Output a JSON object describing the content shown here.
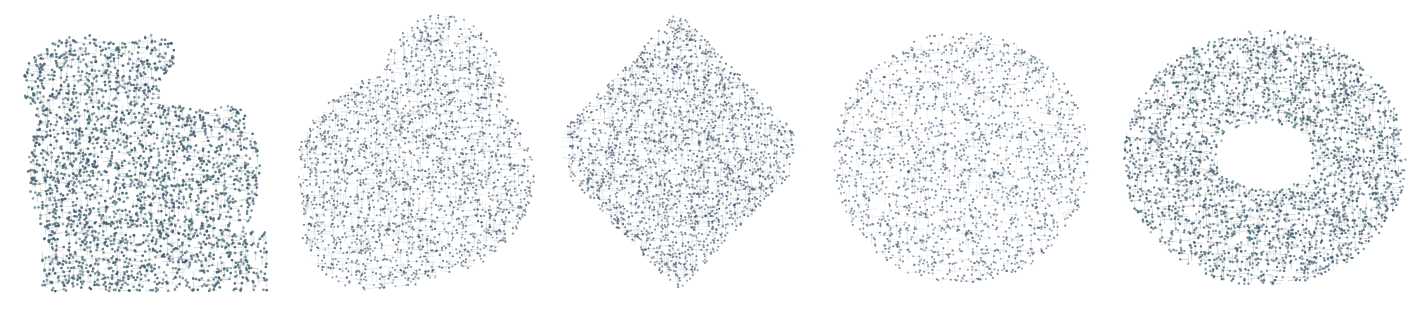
{
  "figure": {
    "panels": [
      {
        "id": "bunny",
        "shape": "bunny-point-cloud"
      },
      {
        "id": "deformed-1",
        "shape": "deformed-point-cloud"
      },
      {
        "id": "deformed-2",
        "shape": "deformed-point-cloud"
      },
      {
        "id": "sphere",
        "shape": "sphere-point-cloud"
      },
      {
        "id": "torus",
        "shape": "torus-point-cloud"
      }
    ],
    "colors": {
      "background": "#ffffff",
      "point": "#3f5670",
      "point_teal": "#3f6a6a",
      "edge": "#b9bfc4",
      "edge_dense": "#8e9aa0"
    }
  }
}
